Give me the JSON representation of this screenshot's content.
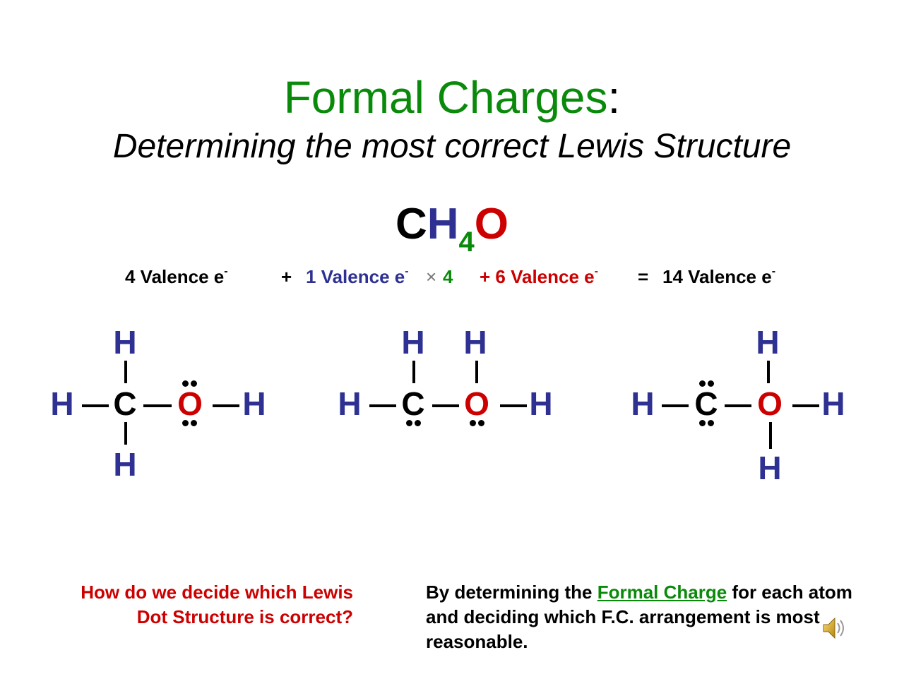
{
  "title": {
    "main": "Formal Charges",
    "colon": ":"
  },
  "subtitle": "Determining the most correct Lewis Structure",
  "formula": {
    "C": "C",
    "H": "H",
    "sub": "4",
    "O": "O"
  },
  "valence": {
    "carbon": "4 Valence e",
    "plus1": "+",
    "hydrogen": "1 Valence e",
    "times": "×",
    "four": "4",
    "oxygen": "+ 6 Valence e",
    "equals": "=",
    "total": "14 Valence e",
    "sup": "-"
  },
  "atoms": {
    "H": "H",
    "C": "C",
    "O": "O"
  },
  "question": "How do we decide which Lewis Dot Structure is correct?",
  "answer": {
    "before": "By determining the ",
    "link": "Formal Charge",
    "after": " for each atom and deciding which F.C. arrangement is most reasonable."
  },
  "icons": {
    "speaker": "speaker-icon"
  },
  "colors": {
    "title_green": "#0a8a0a",
    "hydrogen_blue": "#2e3192",
    "oxygen_red": "#cc0000"
  }
}
